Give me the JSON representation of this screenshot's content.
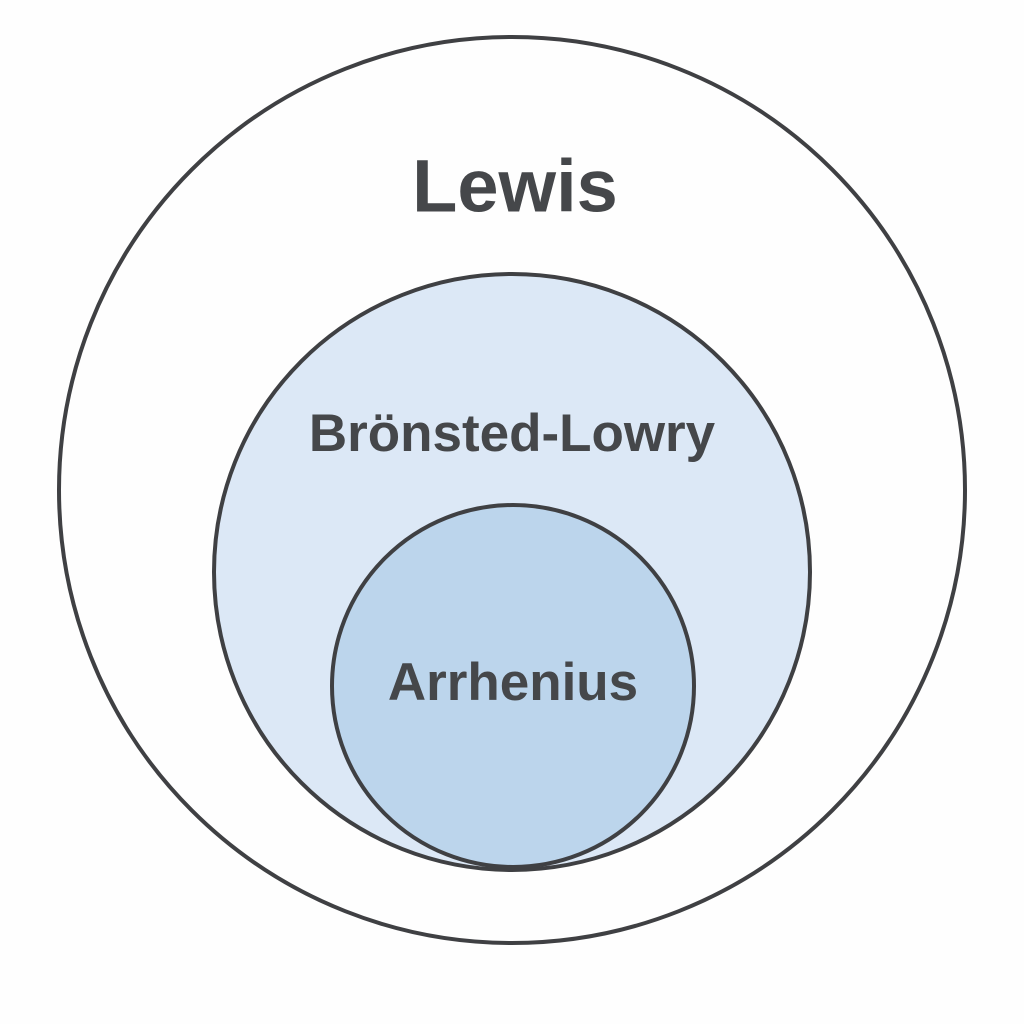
{
  "diagram": {
    "background": "#FEFEFE",
    "stroke_color": "#3F4043",
    "text_color": "#45474A",
    "sets": [
      {
        "id": "lewis",
        "label": "Lewis",
        "fill": "#FEFEFE"
      },
      {
        "id": "bronsted",
        "label": "Brönsted-Lowry",
        "fill": "#DCE8F6"
      },
      {
        "id": "arrhenius",
        "label": "Arrhenius",
        "fill": "#BCD5EC"
      }
    ]
  }
}
